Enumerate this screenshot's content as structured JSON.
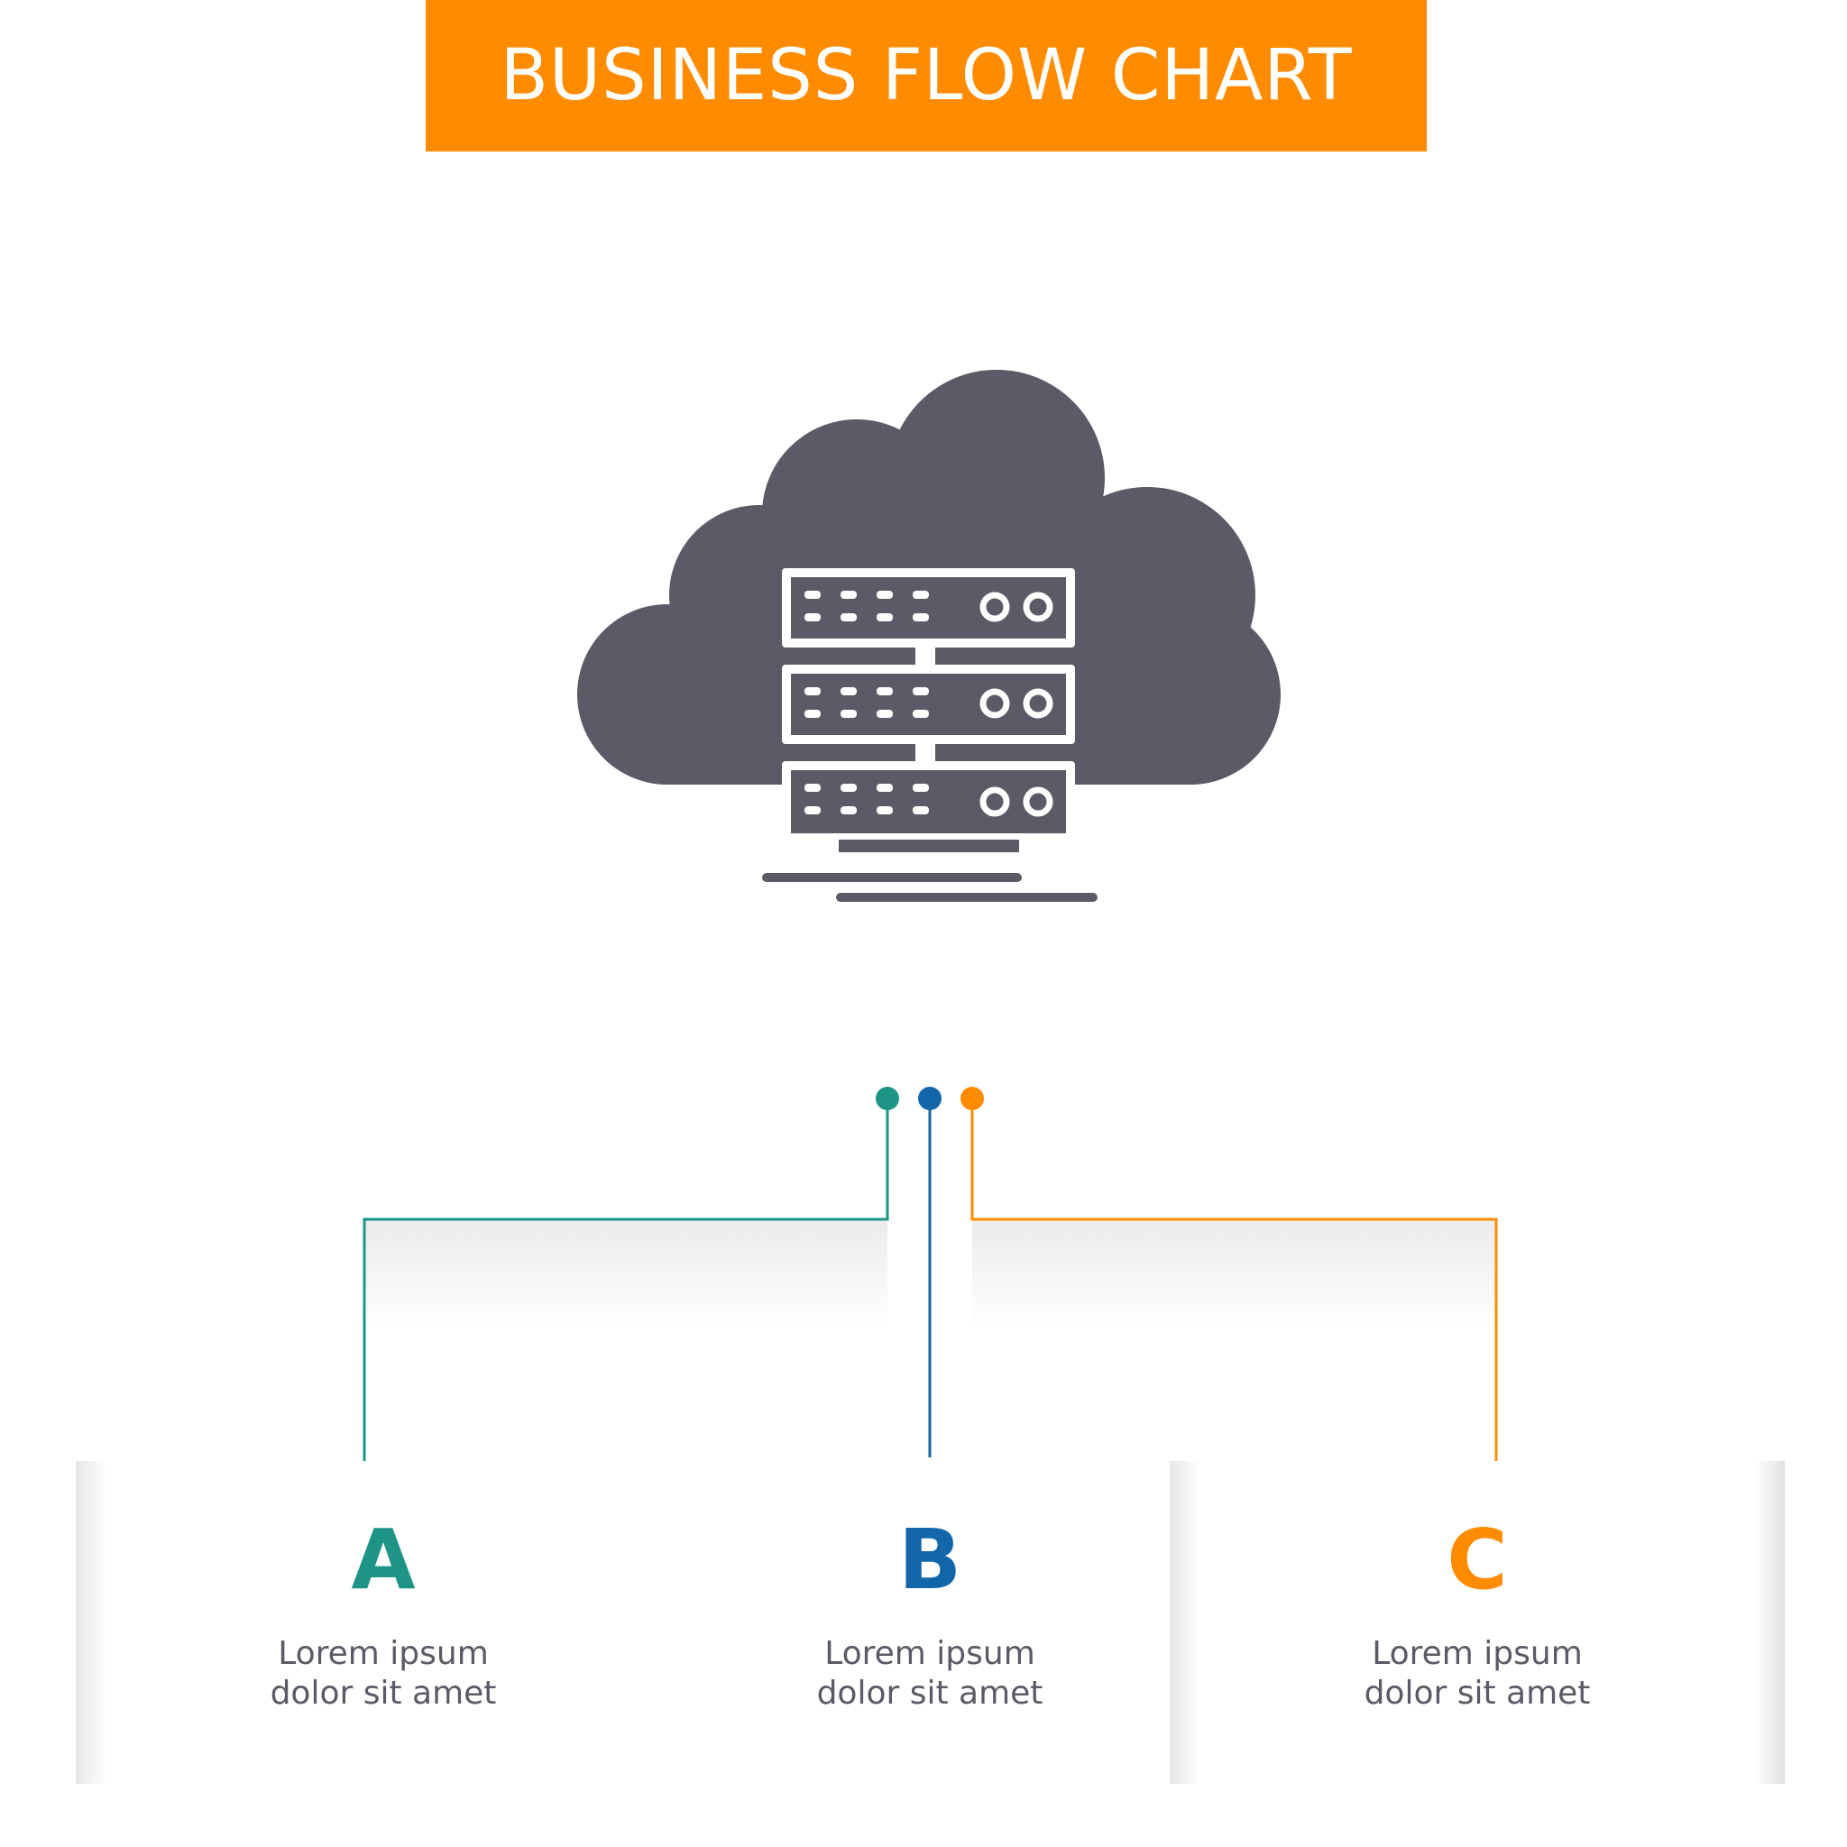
{
  "header": {
    "title": "BUSINESS FLOW CHART"
  },
  "hero": {
    "icon": "cloud-server-icon"
  },
  "colors": {
    "banner": "#FF8C00",
    "icon": "#5B5A66",
    "step_a": "#1E9486",
    "step_b": "#1466AA",
    "step_c": "#FF8C00",
    "text": "#5A5A66"
  },
  "steps": [
    {
      "letter": "A",
      "line1": "Lorem ipsum",
      "line2": "dolor sit amet"
    },
    {
      "letter": "B",
      "line1": "Lorem ipsum",
      "line2": "dolor sit amet"
    },
    {
      "letter": "C",
      "line1": "Lorem ipsum",
      "line2": "dolor sit amet"
    }
  ]
}
